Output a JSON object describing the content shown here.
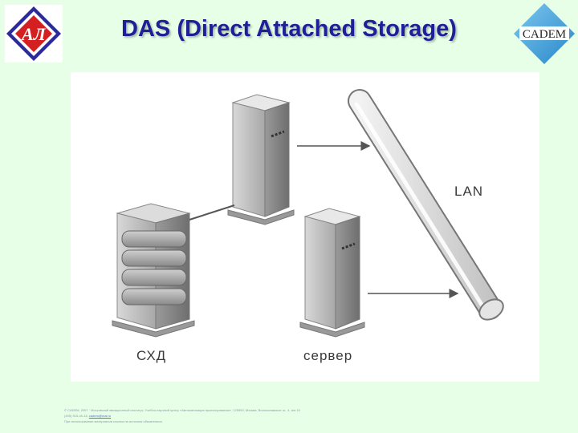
{
  "header": {
    "title": "DAS (Direct Attached Storage)",
    "logo_left_text": "АЛ",
    "logo_right_text": "CADEM"
  },
  "diagram": {
    "labels": {
      "lan": "LAN",
      "storage": "СХД",
      "server": "сервер"
    }
  },
  "footer": {
    "line1": "© CADEM, 2007 · Московский авиационный институт, Учебно-научный центр «Автоматизация проектирования», 125993, Москва, Волоколамское ш., 4, а/я 10",
    "line2": "(495) 915-49-18,",
    "email": "cadem@mai.ru",
    "line3": "При использовании материалов ссылка на источник обязательна"
  },
  "colors": {
    "background": "#e6ffe6",
    "title": "#1f1f9a",
    "logo_left_red": "#d42020",
    "logo_left_blue": "#2a2a9a",
    "logo_right_fill": "#3aa0dc"
  }
}
